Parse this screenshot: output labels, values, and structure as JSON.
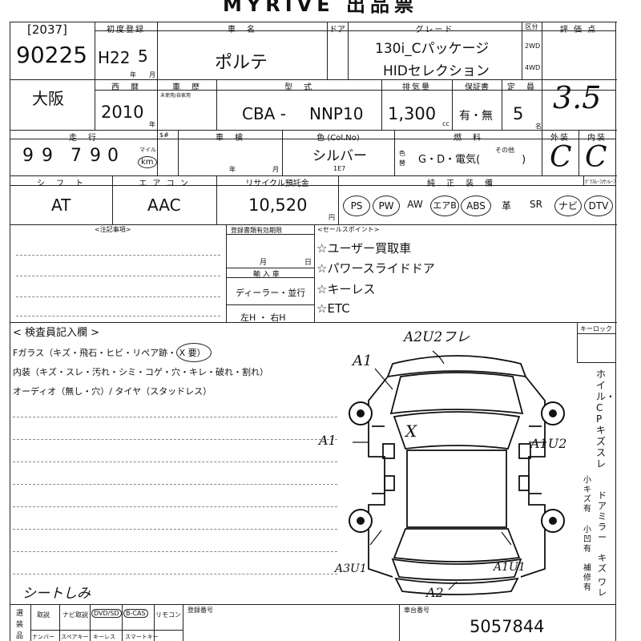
{
  "title": "MYRIVE 出品票",
  "top": {
    "header_labels": {
      "first_reg": "初度登録",
      "model_name": "車　名",
      "doors": "ドア",
      "grade": "グレード",
      "drive": "区分",
      "score": "評 価 点",
      "year_unit": "年",
      "month_unit": "月"
    },
    "lot_bracket": "[2037]",
    "lot_no": "90225",
    "era": "H22",
    "month": "5",
    "car_name": "ポルテ",
    "grade_line1": "130i_Cパッケージ",
    "grade_line2": "HIDセレクション",
    "drive_2wd": "2WD",
    "drive_4wd": "4WD",
    "score": "3.5"
  },
  "row2": {
    "labels": {
      "seireki": "西　暦",
      "shareki": "車　歴",
      "katashiki": "型　式",
      "displacement": "排気量",
      "warranty": "保証書",
      "capacity": "定　員",
      "shareki_sub": "未使用/自家用",
      "cc": "cc",
      "year_unit": "年",
      "name_unit": "名"
    },
    "region": "大阪",
    "year": "2010",
    "model_prefix": "CBA -",
    "model_code": "NNP10",
    "displacement": "1,300",
    "warranty": "有・無",
    "capacity": "5"
  },
  "row3": {
    "labels": {
      "mileage": "走　行",
      "mileage_flag": "$#",
      "inspection": "車　検",
      "color": "色 (Col.No)",
      "fuel": "燃　料",
      "exterior": "外装",
      "interior": "内装",
      "mile": "マイル",
      "km": "km",
      "year_unit": "年",
      "month_unit": "月",
      "color_side": "色替",
      "other": "その他"
    },
    "mileage_digits": [
      "9",
      "9",
      "7",
      "9",
      "0"
    ],
    "mileage_unit": "km",
    "color": "シルバー",
    "color_code": "1E7",
    "fuel": "G・D・電気(　　　　)",
    "exterior": "C",
    "interior": "C"
  },
  "row4": {
    "labels": {
      "shift": "シ　フ　ト",
      "ac": "エ ア コ ン",
      "recycle": "リサイクル預託金",
      "equipment": "純　正　装　備",
      "equipment_sub": "ｸﾞﾗｽﾙｰﾌ/ｻﾝﾙｰﾌ",
      "yen": "円"
    },
    "shift": "AT",
    "ac": "AAC",
    "recycle": "10,520",
    "equipment": [
      "PS",
      "PW",
      "AW",
      "エアB",
      "ABS",
      "革",
      "SR",
      "ナビ",
      "DTV"
    ]
  },
  "notes": {
    "labels": {
      "caution": "<注記事項>",
      "reg_expiry": "登録書類有効期限",
      "sales_point": "<セールスポイント>",
      "month": "月",
      "day": "日",
      "import": "輸 入 車",
      "dealer": "ディーラー・並行",
      "handle": "左H ・ 右H"
    },
    "sales_points": [
      "☆ユーザー買取車",
      "☆パワースライドドア",
      "☆キーレス",
      "☆ETC"
    ]
  },
  "inspection": {
    "title": "< 検査員記入欄 >",
    "lines": [
      "Fガラス（キズ・飛石・ヒビ・リペア跡・ X 要）",
      "内装（キズ・スレ・汚れ・シミ・コゲ・穴・キレ・破れ・割れ）",
      "オーディオ（無し・穴）/ タイヤ（スタッドレス）"
    ],
    "keylock_label": "キーロック",
    "side_notes": [
      "ホイル・CP キズ スレ",
      "小キズ 有",
      "ドアミラー",
      "小凹 有",
      "キズ",
      "補修有",
      "ワレ"
    ],
    "diagram_marks": {
      "front": "A2U2フレ",
      "a1_top": "A1",
      "left_door": "A1",
      "right_door": "A1U2",
      "rear_left": "A3U1",
      "rear_right": "A1U1",
      "rear": "A2",
      "windshield": "X"
    },
    "signature": "シートしみ"
  },
  "footer": {
    "labels": {
      "sel": "選",
      "equip": "装",
      "item": "品",
      "manual": "取説",
      "navi_disk": "ナビ取説",
      "dvd": "DVD/SD",
      "bcas": "B-CAS",
      "remote": "リモコン",
      "reg_no": "登録番号",
      "number": "ナンバー",
      "spare_key": "スペアキー",
      "keyless": "キーレス",
      "smart_key": "スマートキー",
      "chassis": "車台番号"
    },
    "chassis_no": "5057844"
  }
}
